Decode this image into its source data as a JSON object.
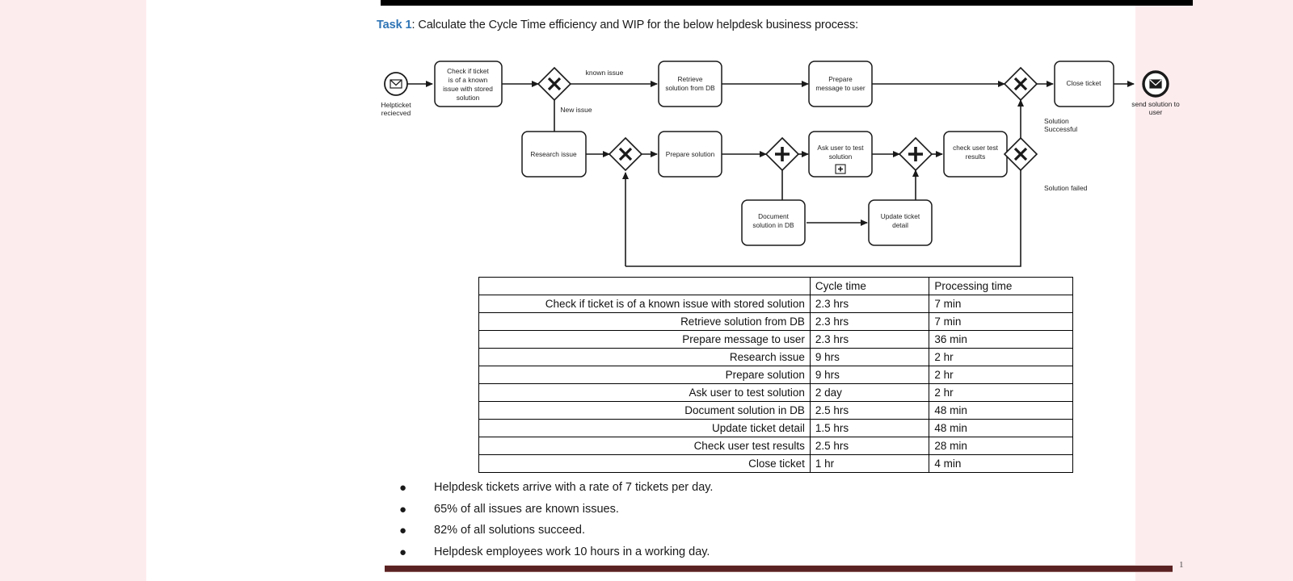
{
  "document": {
    "task_prefix": "Task 1",
    "task_text": ": Calculate the Cycle Time efficiency and WIP for the below helpdesk business process:",
    "page_number": "1",
    "accent_color": "#2e74b5",
    "rule_color": "#5a2222"
  },
  "diagram": {
    "type": "bpmn-process",
    "start_event": {
      "label": "Helpticket\nreciecved",
      "label_line1": "Helpticket",
      "label_line2": "reciecved",
      "icon": "envelope-icon"
    },
    "end_event": {
      "label_line1": "send solution to",
      "label_line2": "user",
      "icon": "envelope-icon"
    },
    "tasks": [
      {
        "id": "check",
        "lines": [
          "Check if ticket",
          "is of a known",
          "issue with stored",
          "solution"
        ]
      },
      {
        "id": "retrieve",
        "lines": [
          "Retrieve",
          "solution from DB"
        ]
      },
      {
        "id": "prepare-msg",
        "lines": [
          "Prepare",
          "message to user"
        ]
      },
      {
        "id": "research",
        "lines": [
          "Research issue"
        ]
      },
      {
        "id": "prepare-sol",
        "lines": [
          "Prepare solution"
        ]
      },
      {
        "id": "ask-user",
        "lines": [
          "Ask user to test",
          "solution"
        ],
        "marker": "sub-process-plus"
      },
      {
        "id": "check-results",
        "lines": [
          "check user test",
          "results"
        ]
      },
      {
        "id": "document",
        "lines": [
          "Document",
          "solution in DB"
        ]
      },
      {
        "id": "update",
        "lines": [
          "Update ticket",
          "detail"
        ]
      },
      {
        "id": "close",
        "lines": [
          "Close ticket"
        ]
      }
    ],
    "gateways": [
      {
        "id": "gw-known",
        "kind": "exclusive"
      },
      {
        "id": "gw-join-research",
        "kind": "exclusive"
      },
      {
        "id": "gw-split-parallel",
        "kind": "parallel"
      },
      {
        "id": "gw-join-parallel",
        "kind": "parallel"
      },
      {
        "id": "gw-result",
        "kind": "exclusive"
      },
      {
        "id": "gw-merge-close",
        "kind": "exclusive"
      }
    ],
    "flow_labels": [
      {
        "id": "known-issue",
        "text": "known issue"
      },
      {
        "id": "new-issue",
        "text": "New issue"
      },
      {
        "id": "solution-successful",
        "text_line1": "Solution",
        "text_line2": "Successful"
      },
      {
        "id": "solution-failed",
        "text": "Solution failed"
      }
    ]
  },
  "table": {
    "headers": [
      "",
      "Cycle time",
      "Processing time"
    ],
    "rows": [
      {
        "activity": "Check if ticket is of a known issue with stored solution",
        "cycle_time": "2.3 hrs",
        "processing_time": "7 min"
      },
      {
        "activity": "Retrieve solution from DB",
        "cycle_time": "2.3 hrs",
        "processing_time": "7 min"
      },
      {
        "activity": "Prepare message to user",
        "cycle_time": "2.3 hrs",
        "processing_time": "36 min"
      },
      {
        "activity": "Research issue",
        "cycle_time": "9 hrs",
        "processing_time": "2 hr"
      },
      {
        "activity": "Prepare solution",
        "cycle_time": "9 hrs",
        "processing_time": "2 hr"
      },
      {
        "activity": "Ask user to test solution",
        "cycle_time": "2 day",
        "processing_time": "2 hr"
      },
      {
        "activity": "Document solution in DB",
        "cycle_time": "2.5 hrs",
        "processing_time": "48 min"
      },
      {
        "activity": "Update ticket detail",
        "cycle_time": "1.5 hrs",
        "processing_time": "48 min"
      },
      {
        "activity": "Check user test results",
        "cycle_time": "2.5 hrs",
        "processing_time": "28 min"
      },
      {
        "activity": "Close ticket",
        "cycle_time": "1 hr",
        "processing_time": "4 min"
      }
    ]
  },
  "assumptions": {
    "bullet_glyph": "●",
    "items": [
      "Helpdesk tickets arrive with a rate of 7 tickets per day.",
      "65% of all issues are known issues.",
      "82% of all solutions succeed.",
      "Helpdesk employees work 10 hours in a working day."
    ]
  }
}
